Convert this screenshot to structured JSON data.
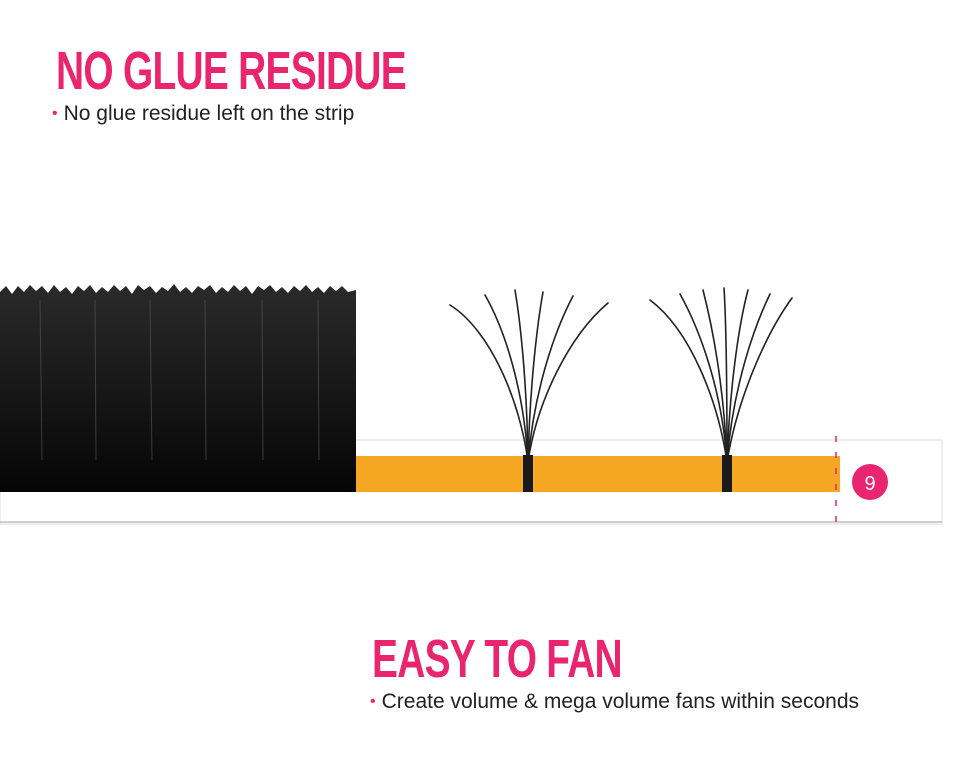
{
  "section_top": {
    "title": "NO GLUE RESIDUE",
    "bullet": "No glue residue left on the strip"
  },
  "section_bottom": {
    "title": "EASY TO FAN",
    "bullet": "Create volume & mega volume fans within seconds"
  },
  "strip": {
    "length_badge": "9"
  },
  "colors": {
    "accent": "#e8256e",
    "strip_orange": "#f5a623",
    "lash_black": "#111111"
  }
}
